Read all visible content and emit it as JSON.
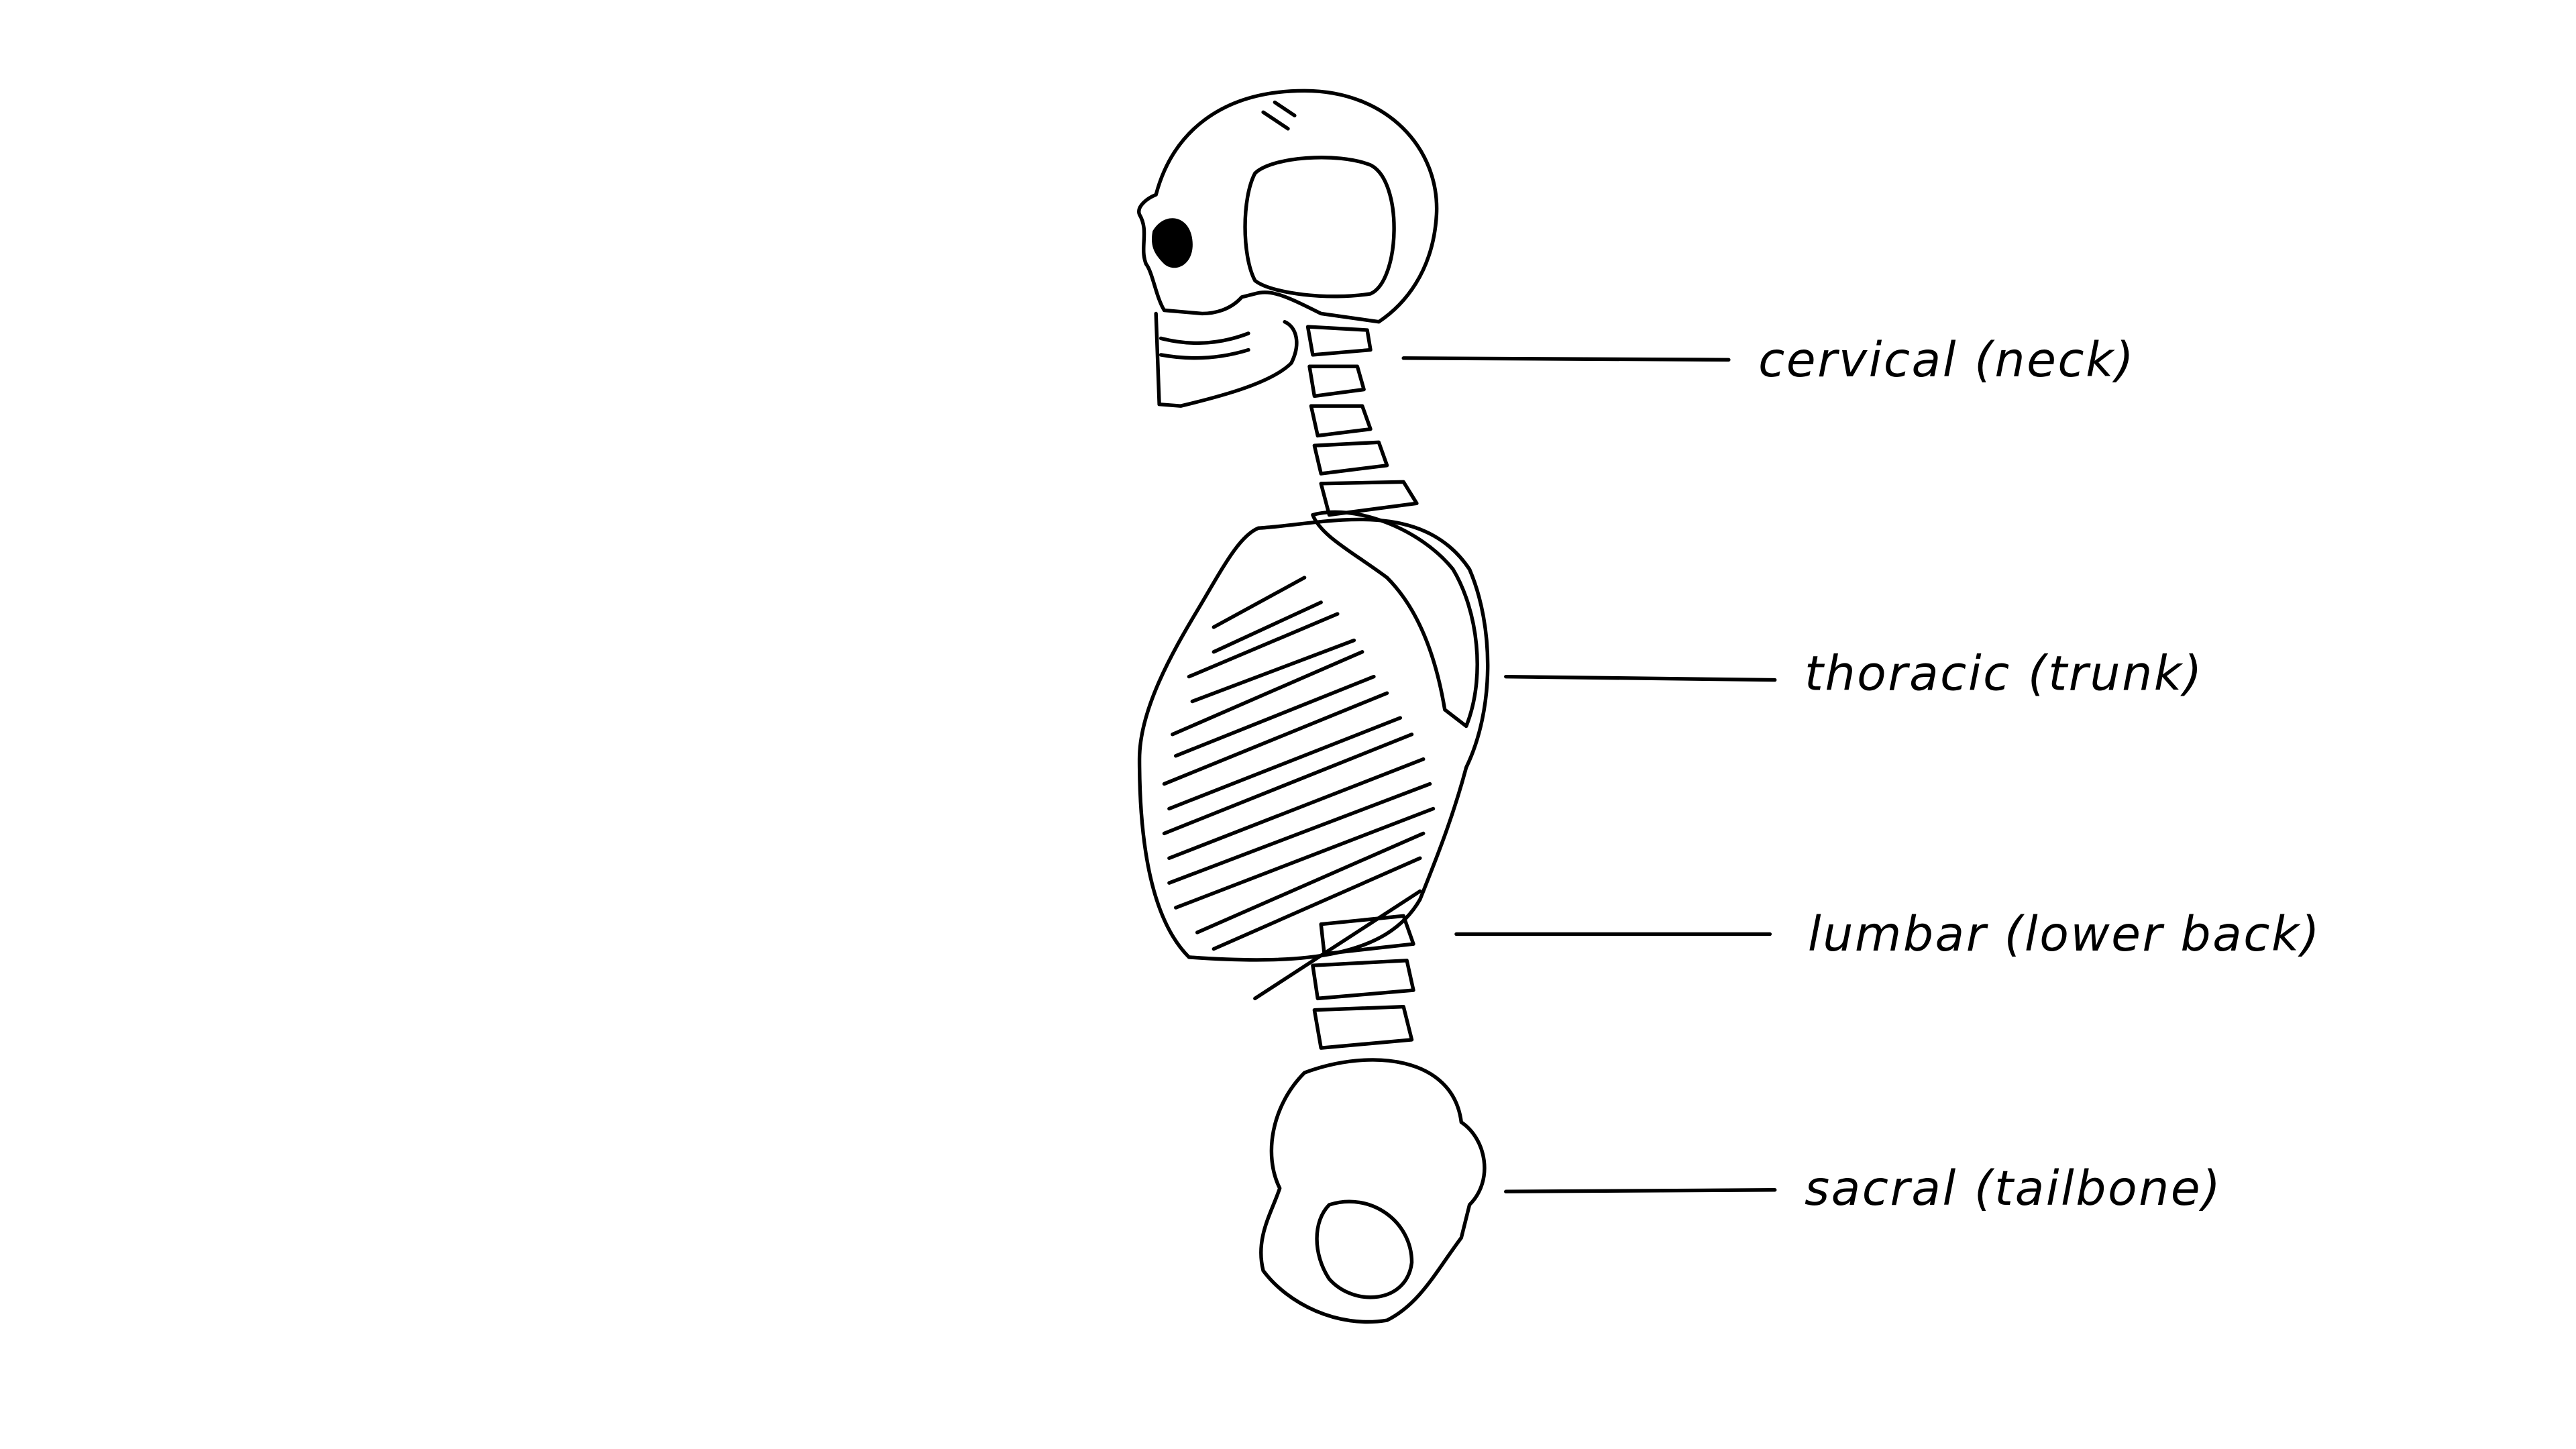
{
  "diagram": {
    "subject": "skeleton-side-view-spine-regions",
    "labels": [
      {
        "id": "cervical",
        "text": "cervical (neck)"
      },
      {
        "id": "thoracic",
        "text": "thoracic (trunk)"
      },
      {
        "id": "lumbar",
        "text": "lumbar (lower back)"
      },
      {
        "id": "sacral",
        "text": "sacral (tailbone)"
      }
    ]
  }
}
